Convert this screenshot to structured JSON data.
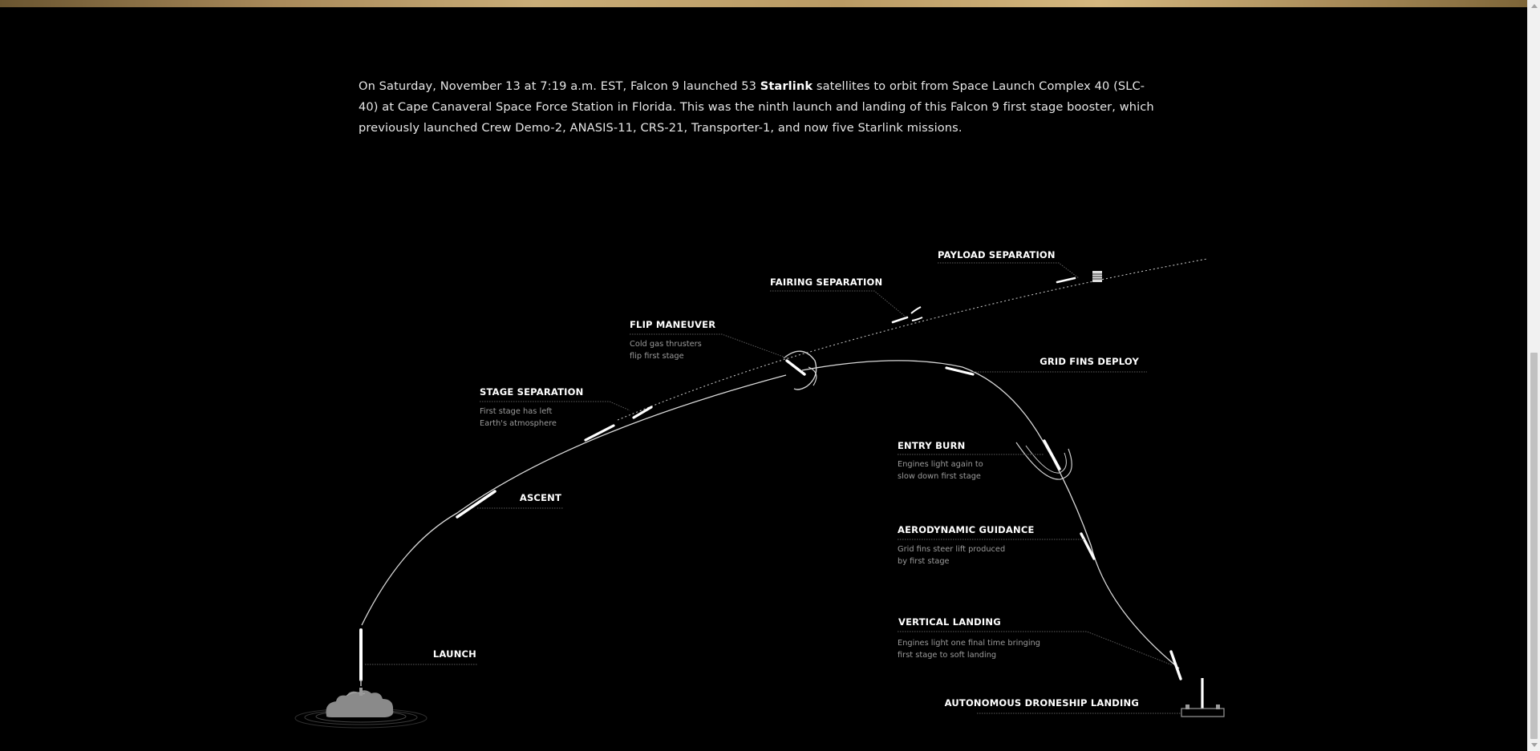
{
  "intro": {
    "text_before": "On Saturday, November 13 at 7:19 a.m. EST, Falcon 9 launched 53 ",
    "highlight": "Starlink",
    "text_after": " satellites to orbit from Space Launch Complex 40 (SLC-40) at Cape Canaveral Space Force Station in Florida. This was the ninth launch and landing of this Falcon 9 first stage booster, which previously launched Crew Demo-2, ANASIS-11, CRS-21, Transporter-1, and now five Starlink missions."
  },
  "diagram": {
    "stages": [
      {
        "id": "launch",
        "title": "LAUNCH",
        "desc": []
      },
      {
        "id": "ascent",
        "title": "ASCENT",
        "desc": []
      },
      {
        "id": "stage-separation",
        "title": "STAGE SEPARATION",
        "desc": [
          "First stage has left",
          "Earth's atmosphere"
        ]
      },
      {
        "id": "flip-maneuver",
        "title": "FLIP MANEUVER",
        "desc": [
          "Cold gas thrusters",
          "flip first stage"
        ]
      },
      {
        "id": "fairing-separation",
        "title": "FAIRING SEPARATION",
        "desc": []
      },
      {
        "id": "payload-separation",
        "title": "PAYLOAD SEPARATION",
        "desc": []
      },
      {
        "id": "grid-fins-deploy",
        "title": "GRID FINS DEPLOY",
        "desc": []
      },
      {
        "id": "entry-burn",
        "title": "ENTRY BURN",
        "desc": [
          "Engines light again to",
          "slow down first stage"
        ]
      },
      {
        "id": "aerodynamic-guidance",
        "title": "AERODYNAMIC GUIDANCE",
        "desc": [
          "Grid fins steer lift produced",
          "by first stage"
        ]
      },
      {
        "id": "vertical-landing",
        "title": "VERTICAL LANDING",
        "desc": [
          "Engines light one final time bringing",
          "first stage to soft landing"
        ]
      },
      {
        "id": "autonomous-droneship-landing",
        "title": "AUTONOMOUS DRONESHIP LANDING",
        "desc": []
      }
    ]
  },
  "colors": {
    "background": "#000000",
    "text": "#e6e6e6",
    "label": "#ffffff",
    "description": "#9a9a9a"
  },
  "icons": [
    "rocket-icon",
    "launch-cloud-icon",
    "satellite-icon",
    "droneship-icon"
  ]
}
